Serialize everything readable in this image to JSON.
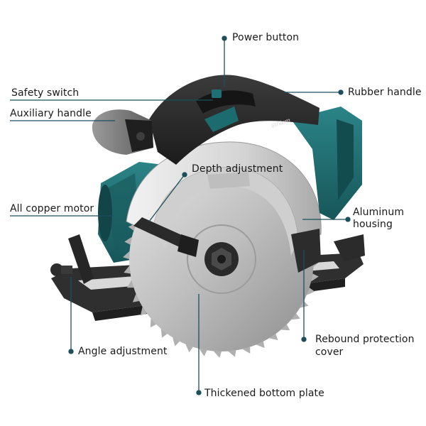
{
  "brand_mark": "lithium",
  "colors": {
    "leader_line": "#1c4f5b",
    "tool_teal": "#1f6f74",
    "tool_black": "#2a2a2a",
    "blade_silver": "#c9c9c9",
    "guard_silver": "#d9d9d9",
    "base_plate": "#3a3a3a"
  },
  "callouts": {
    "power_button": "Power button",
    "safety_switch": "Safety switch",
    "rubber_handle": "Rubber handle",
    "auxiliary_handle": "Auxiliary handle",
    "depth_adjustment": "Depth adjustment",
    "all_copper_motor": "All copper motor",
    "aluminum_housing_line1": "Aluminum",
    "aluminum_housing_line2": "housing",
    "angle_adjustment": "Angle adjustment",
    "rebound_cover_line1": "Rebound protection",
    "rebound_cover_line2": "cover",
    "thickened_bottom_plate": "Thickened bottom plate"
  }
}
